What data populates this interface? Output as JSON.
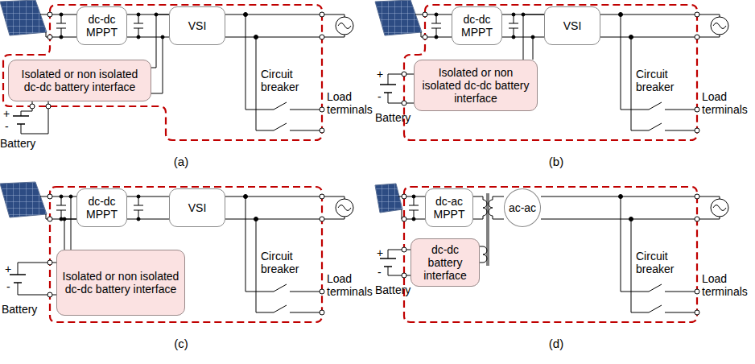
{
  "diagram": {
    "nodes": [
      {
        "text": [
          "dc-dc MPPT"
        ]
      },
      {
        "text": [
          "VSI"
        ]
      },
      {
        "text": [
          "Isolated or non isolated dc-dc battery interface"
        ]
      },
      {
        "text": [
          "dc-dc MPPT"
        ]
      },
      {
        "text": [
          "VSI"
        ]
      },
      {
        "text": [
          "Isolated or non isolated dc-dc battery interface"
        ]
      },
      {
        "text": [
          "dc-dc MPPT"
        ]
      },
      {
        "text": [
          "VSI"
        ]
      },
      {
        "text": [
          "Isolated or non isolated dc-dc battery interface"
        ]
      },
      {
        "text": [
          "dc-ac MPPT"
        ]
      },
      {
        "text": [
          "ac-ac"
        ]
      },
      {
        "text": [
          "dc-dc battery interface"
        ]
      }
    ],
    "edges": [
      {
        "from": 0,
        "to": 1,
        "arrow": "none"
      },
      {
        "from": 2,
        "to": 1,
        "arrow": "none"
      },
      {
        "from": 3,
        "to": 4,
        "arrow": "none"
      },
      {
        "from": 5,
        "to": 4,
        "arrow": "none"
      },
      {
        "from": 6,
        "to": 7,
        "arrow": "none"
      },
      {
        "from": 8,
        "to": 6,
        "arrow": "none"
      }
    ],
    "labels": [
      "Circuit breaker",
      "Load terminals",
      "+",
      "-",
      "Battery",
      "(a)",
      "Circuit breaker",
      "Load terminals",
      "+",
      "-",
      "Battery",
      "(b)",
      "Circuit breaker",
      "Load terminals",
      "+",
      "-",
      "Battery",
      "(c)",
      "Circuit breaker",
      "Load terminals",
      "+",
      "-",
      "Battery",
      "(d)"
    ]
  }
}
